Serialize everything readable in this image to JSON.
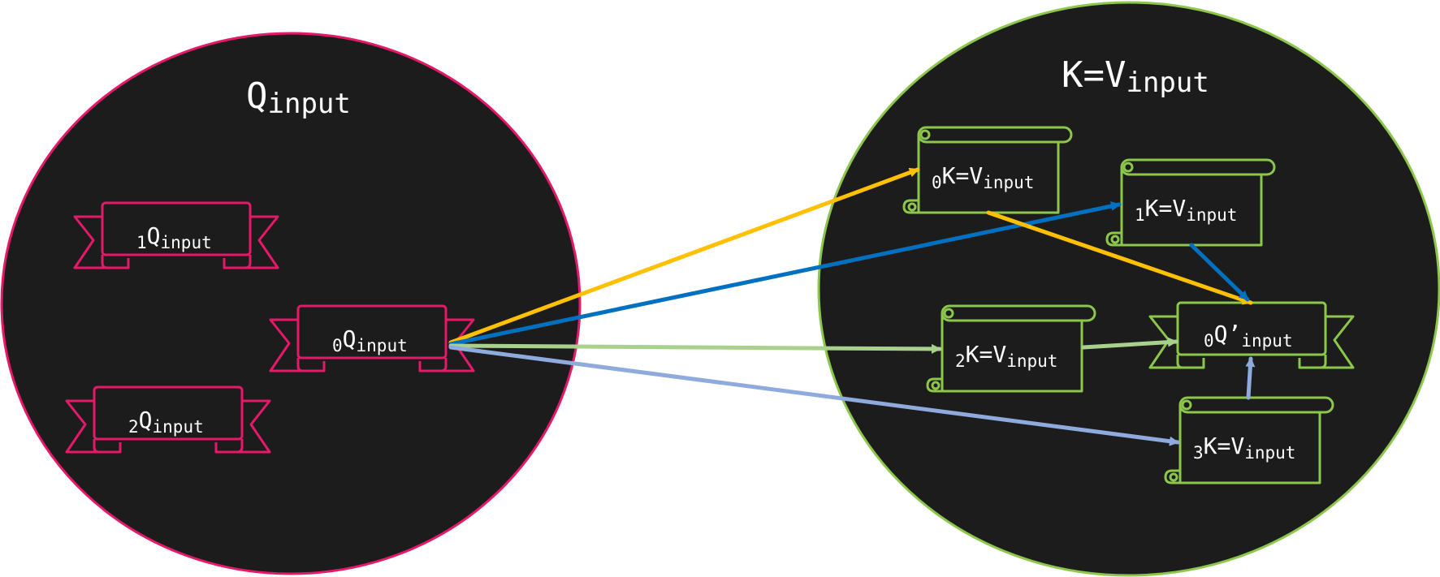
{
  "colors": {
    "background": "#ffffff",
    "circle_fill": "#1c1c1c",
    "query_stroke": "#e6186a",
    "kv_stroke": "#8cc64a",
    "arrow_yellow": "#ffc000",
    "arrow_blue": "#0070c0",
    "arrow_green": "#a9d18e",
    "arrow_lightblue": "#8faadc"
  },
  "left_group": {
    "title_main": "Q",
    "title_sub": "input"
  },
  "right_group": {
    "title_main": "K=V",
    "title_sub": "input"
  },
  "nodes": {
    "q0": {
      "prefix": "0",
      "main": "Q",
      "sub": "input"
    },
    "q1": {
      "prefix": "1",
      "main": "Q",
      "sub": "input"
    },
    "q2": {
      "prefix": "2",
      "main": "Q",
      "sub": "input"
    },
    "kv0": {
      "prefix": "0",
      "main": "K=V",
      "sub": "input"
    },
    "kv1": {
      "prefix": "1",
      "main": "K=V",
      "sub": "input"
    },
    "kv2": {
      "prefix": "2",
      "main": "K=V",
      "sub": "input"
    },
    "kv3": {
      "prefix": "3",
      "main": "K=V",
      "sub": "input"
    },
    "q0out": {
      "prefix": "0",
      "main": "Q’",
      "sub": "input"
    }
  },
  "edges": [
    {
      "from": "q0",
      "to": "kv0",
      "color": "arrow_yellow"
    },
    {
      "from": "q0",
      "to": "kv1",
      "color": "arrow_blue"
    },
    {
      "from": "q0",
      "to": "kv2",
      "color": "arrow_green"
    },
    {
      "from": "q0",
      "to": "kv3",
      "color": "arrow_lightblue"
    },
    {
      "from": "kv0",
      "to": "q0out",
      "color": "arrow_yellow"
    },
    {
      "from": "kv1",
      "to": "q0out",
      "color": "arrow_blue"
    },
    {
      "from": "kv2",
      "to": "q0out",
      "color": "arrow_green"
    },
    {
      "from": "kv3",
      "to": "q0out",
      "color": "arrow_lightblue"
    }
  ]
}
